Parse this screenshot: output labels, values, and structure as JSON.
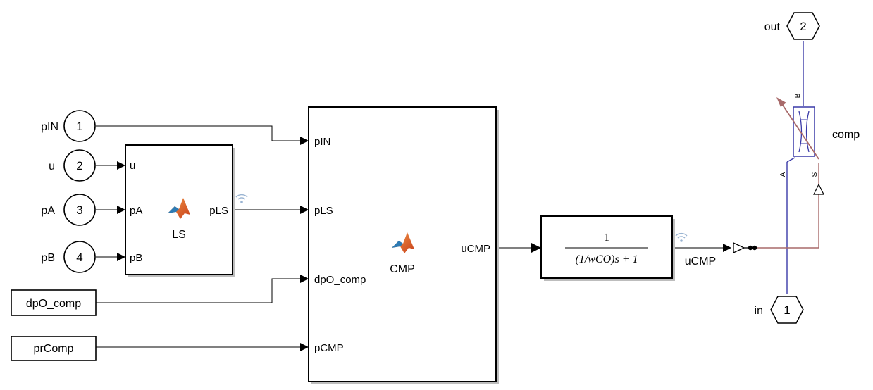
{
  "inports": [
    {
      "number": "1",
      "name": "pIN"
    },
    {
      "number": "2",
      "name": "u"
    },
    {
      "number": "3",
      "name": "pA"
    },
    {
      "number": "4",
      "name": "pB"
    }
  ],
  "from_blocks": [
    {
      "name": "dpO_comp"
    },
    {
      "name": "prComp"
    }
  ],
  "ls_block": {
    "label": "LS",
    "inputs": [
      "u",
      "pA",
      "pB"
    ],
    "output": "pLS"
  },
  "cmp_block": {
    "label": "CMP",
    "inputs": [
      "pIN",
      "pLS",
      "dpO_comp",
      "pCMP"
    ],
    "output": "uCMP"
  },
  "transfer_fcn": {
    "numerator": "1",
    "denominator": "(1/wCO)s + 1"
  },
  "signal_label": "uCMP",
  "orifice": {
    "label": "comp",
    "port_a": "A",
    "port_b": "B",
    "port_s": "S"
  },
  "connection_ports": [
    {
      "number": "2",
      "name": "out"
    },
    {
      "number": "1",
      "name": "in"
    }
  ],
  "colors": {
    "physical_line": "#3a3aa8",
    "ps_signal_line": "#a86a6a",
    "matlab_icon": "#e3622d",
    "wireless_icon": "#9ab4d2"
  }
}
